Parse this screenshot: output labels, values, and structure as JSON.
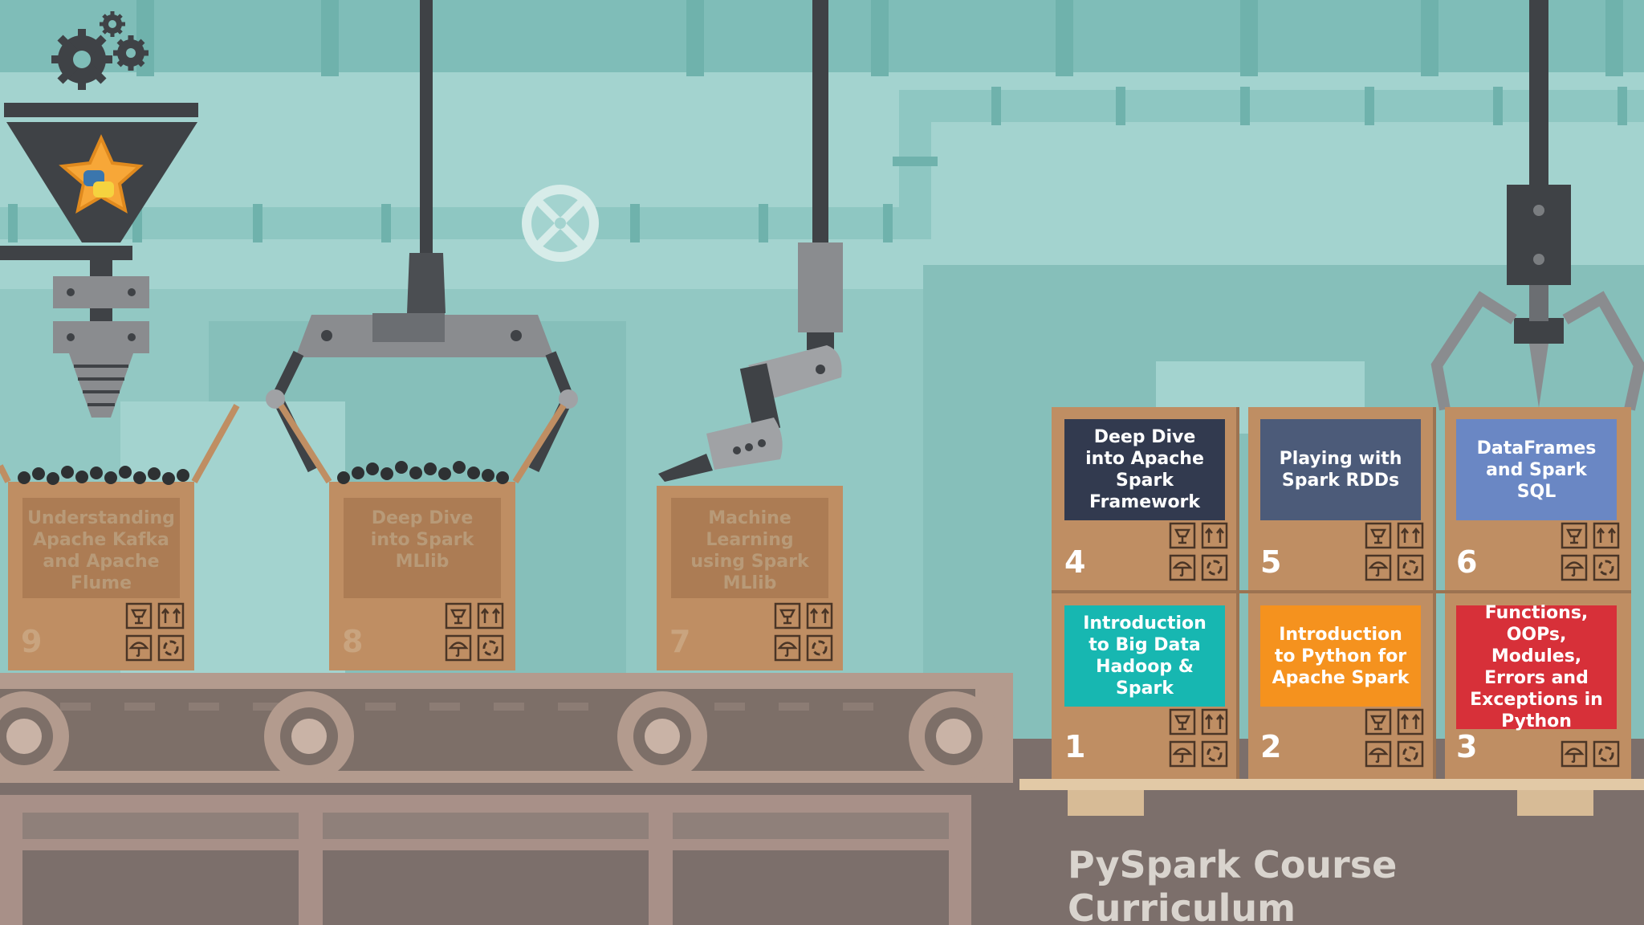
{
  "title": "PySpark Course Curriculum",
  "modules": [
    {
      "number": "1",
      "label": "Introduction to Big Data Hadoop & Spark",
      "color": "#17b7b1"
    },
    {
      "number": "2",
      "label": "Introduction to Python for Apache Spark",
      "color": "#f5921e"
    },
    {
      "number": "3",
      "label": "Functions, OOPs, Modules, Errors and Exceptions in Python",
      "color": "#d73039"
    },
    {
      "number": "4",
      "label": "Deep Dive into Apache Spark Framework",
      "color": "#323a4f"
    },
    {
      "number": "5",
      "label": "Playing with Spark RDDs",
      "color": "#4c5b79"
    },
    {
      "number": "6",
      "label": "DataFrames and Spark SQL",
      "color": "#6a87c4"
    },
    {
      "number": "7",
      "label": "Machine Learning using Spark MLlib",
      "color": "#a67a52"
    },
    {
      "number": "8",
      "label": "Deep Dive into Spark MLlib",
      "color": "#a67a52"
    },
    {
      "number": "9",
      "label": "Understanding Apache Kafka and Apache Flume",
      "color": "#a67a52"
    }
  ],
  "icons": [
    "fragile-glass-icon",
    "this-way-up-icon",
    "keep-dry-umbrella-icon",
    "recycle-icon",
    "gear-icon",
    "python-logo-icon",
    "valve-wheel-icon"
  ]
}
